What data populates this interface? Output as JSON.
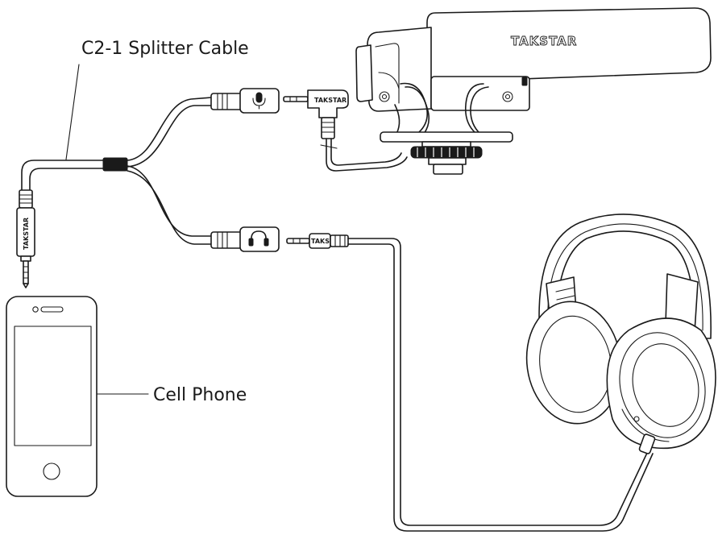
{
  "labels": {
    "splitter_cable": "C2-1 Splitter Cable",
    "cell_phone": "Cell Phone"
  },
  "brand": {
    "microphone_logo": "TAKSTAR",
    "plug_logo": "TAKSTAR"
  },
  "icons": [
    "microphone-icon",
    "headphone-icon"
  ]
}
